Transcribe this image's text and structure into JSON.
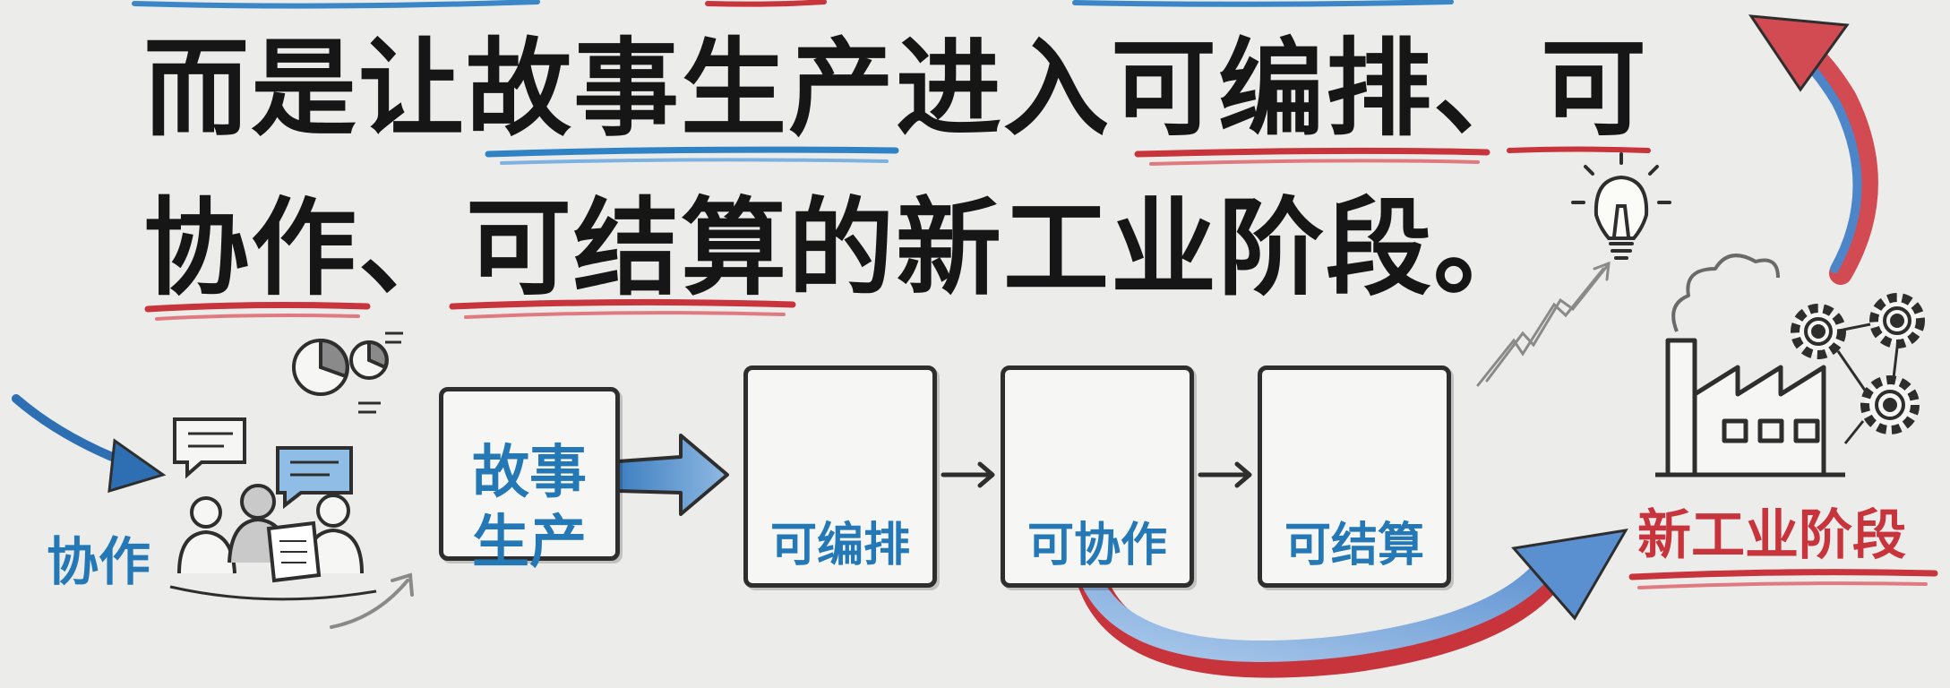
{
  "headline": {
    "line1": "而是让故事生产进入可编排、可",
    "line2": "协作、可结算的新工业阶段。"
  },
  "flow": {
    "collaboration_label": "协作",
    "story_box": {
      "line1": "故事",
      "line2": "生产"
    },
    "steps": [
      {
        "label": "可编排",
        "icon": "gears-workflow-icon"
      },
      {
        "label": "可协作",
        "icon": "cloud-people-icon"
      },
      {
        "label": "可结算",
        "icon": "calculator-coins-icon"
      }
    ],
    "destination_label": "新工业阶段"
  },
  "colors": {
    "ink": "#161616",
    "accent_blue": "#2478b5",
    "accent_red": "#c8343c",
    "background": "#ececeb"
  },
  "icons": [
    "lightbulb-icon",
    "factory-icon",
    "gears-icon",
    "pie-chart-icon",
    "team-meeting-icon",
    "chat-bubble-icon",
    "trend-line-icon",
    "curved-arrow-icon"
  ]
}
